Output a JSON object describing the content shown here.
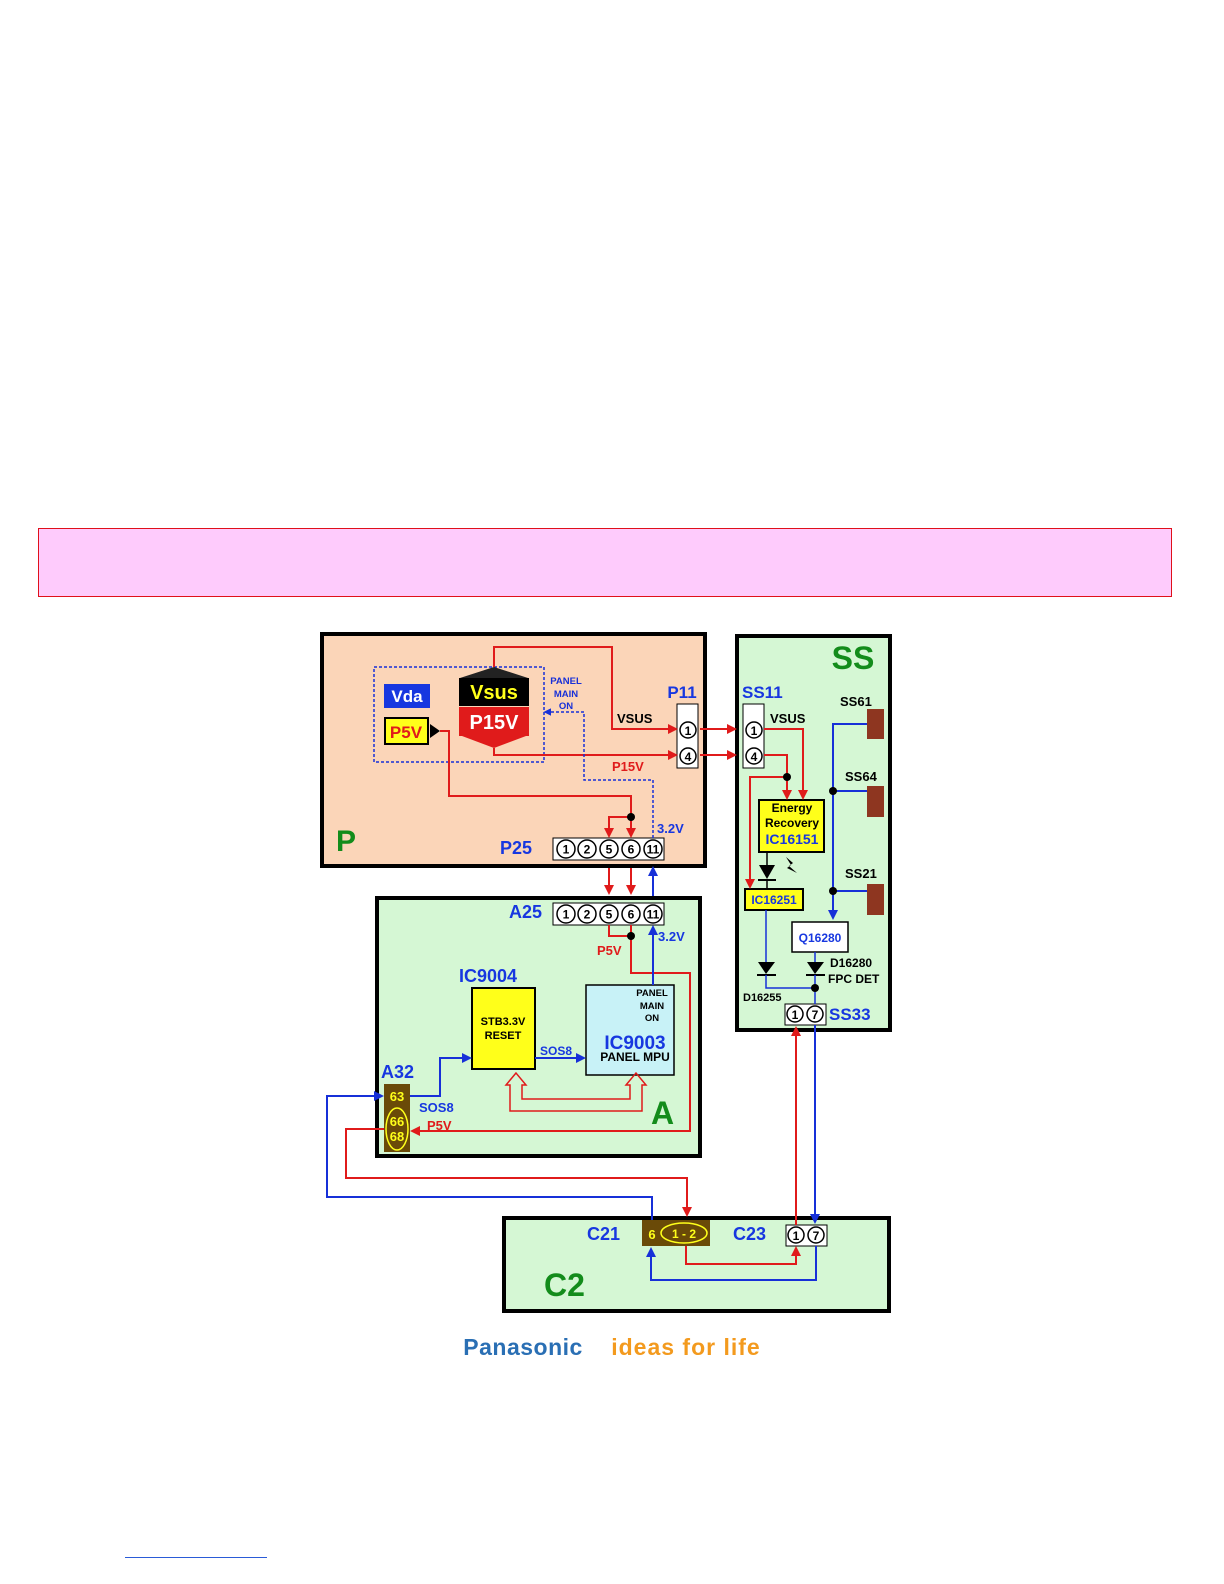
{
  "boards": {
    "p": {
      "name": "P"
    },
    "ss": {
      "name": "SS"
    },
    "a": {
      "name": "A"
    },
    "c2": {
      "name": "C2"
    }
  },
  "connectors": {
    "p11": "P11",
    "ss11": "SS11",
    "p25": "P25",
    "a25": "A25",
    "a32": "A32",
    "c21": "C21",
    "c23": "C23",
    "ss33": "SS33",
    "ss61": "SS61",
    "ss64": "SS64",
    "ss21": "SS21"
  },
  "pins": {
    "p11": [
      "1",
      "4"
    ],
    "ss11": [
      "1",
      "4"
    ],
    "p25": [
      "1",
      "2",
      "5",
      "6",
      "11"
    ],
    "a25": [
      "1",
      "2",
      "5",
      "6",
      "11"
    ],
    "a32": [
      "63",
      "66",
      "68"
    ],
    "c21": [
      "6",
      "1 - 2"
    ],
    "c23": [
      "1",
      "7"
    ],
    "ss33": [
      "1",
      "7"
    ]
  },
  "blocks": {
    "vda": "Vda",
    "vsus": "Vsus",
    "p15v": "P15V",
    "p5v": "P5V",
    "energy": [
      "Energy",
      "Recovery",
      "IC16151"
    ],
    "ic16251": "IC16251",
    "q16280": "Q16280",
    "ic9004_title": "IC9004",
    "ic9004_body": [
      "STB3.3V",
      "RESET"
    ],
    "ic9003_name": "IC9003",
    "ic9003_sub": "PANEL MPU"
  },
  "signals": {
    "panel_main_on": [
      "PANEL",
      "MAIN",
      "ON"
    ],
    "vsus": "VSUS",
    "p15v": "P15V",
    "v32": "3.2V",
    "p5v": "P5V",
    "sos8": "SOS8",
    "d16280": "D16280",
    "fpc_det": "FPC DET",
    "d16255": "D16255"
  },
  "brand": {
    "name": "Panasonic",
    "tagline": "ideas for life"
  },
  "colors": {
    "banner": "#fecbfc",
    "banner_border": "#e0101a",
    "board_p": "#fbd5b8",
    "board_green": "#d5f7d4",
    "signal_red": "#e01b1b",
    "signal_blue": "#1730d8",
    "label_blue": "#1737e0",
    "board_label_green": "#138c1b",
    "ic_yellow": "#ffff1a",
    "ic_cyan": "#c8f2f7",
    "connector_brown": "#6a4a08",
    "heatsink": "#8e3620",
    "brand_blue": "#2a6fb4",
    "brand_orange": "#f39a1e"
  }
}
